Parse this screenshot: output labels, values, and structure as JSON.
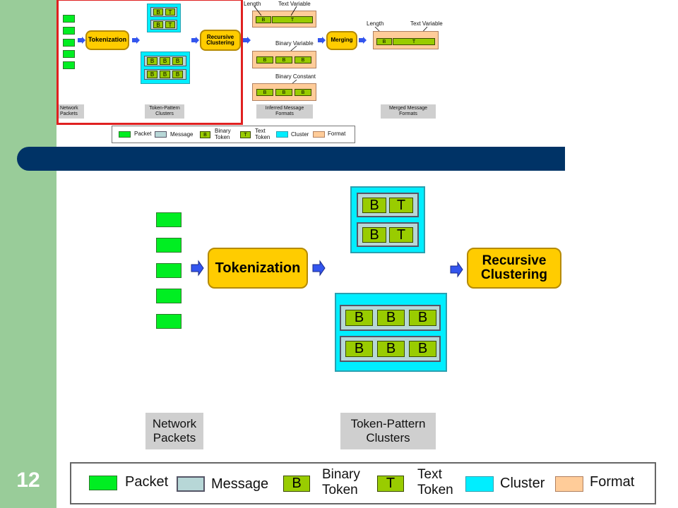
{
  "slide": {
    "number": "12"
  },
  "diagram": {
    "tokenization_label": "Tokenization",
    "recursive_clustering_label": "Recursive Clustering",
    "merging_label": "Merging",
    "token_B": "B",
    "token_T": "T",
    "network_packets_caption": "Network Packets",
    "token_pattern_clusters_caption": "Token-Pattern Clusters",
    "inferred_formats_caption": "Inferred Message Formats",
    "merged_formats_caption": "Merged Message Formats",
    "length_label": "Length",
    "text_variable_label": "Text Variable",
    "binary_variable_label": "Binary Variable",
    "binary_constant_label": "Binary Constant"
  },
  "legend": {
    "packet": "Packet",
    "message": "Message",
    "binary_token": "Binary Token",
    "text_token": "Text Token",
    "cluster": "Cluster",
    "format": "Format"
  },
  "colors": {
    "sidebar": "#99cc99",
    "title_bar": "#003366",
    "packet": "#00ee22",
    "process": "#ffcc00",
    "cluster": "#00eeff",
    "message": "#b7d7d7",
    "token": "#99cc00",
    "format": "#ffcc99",
    "highlight": "#e02020",
    "arrow": "#3355ee"
  }
}
